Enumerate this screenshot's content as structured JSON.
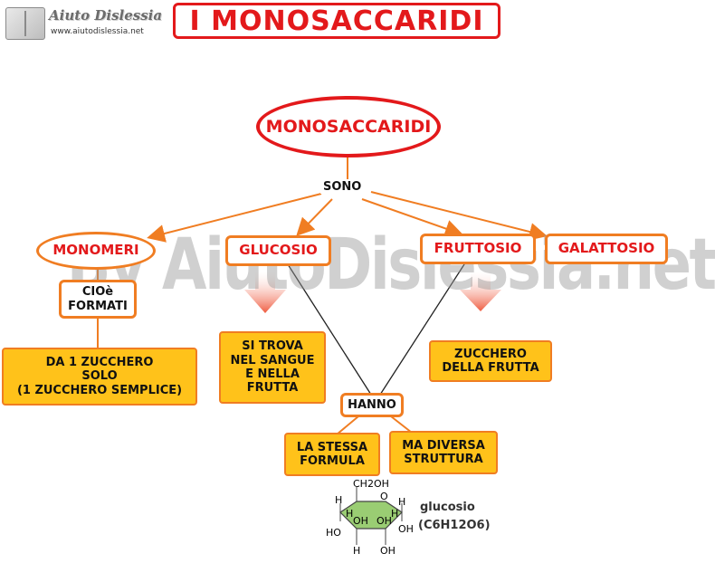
{
  "logo": {
    "name": "Aiuto Dislessia",
    "url": "www.aiutodislessia.net"
  },
  "title": "I MONOSACCARIDI",
  "watermark": "By AiutoDislessia.net",
  "nodes": {
    "root": "MONOSACCARIDI",
    "sono": "SONO",
    "monomeri": "MONOMERI",
    "glucosio": "GLUCOSIO",
    "fruttosio": "FRUTTOSIO",
    "galattosio": "GALATTOSIO",
    "cioe": "CIOè\nFORMATI",
    "da1": "DA 1 ZUCCHERO\nSOLO\n(1 ZUCCHERO SEMPLICE)",
    "sitrova": "SI TROVA\nNEL SANGUE\nE NELLA\nFRUTTA",
    "zucchero": "ZUCCHERO\nDELLA FRUTTA",
    "hanno": "HANNO",
    "stessa": "LA STESSA\nFORMULA",
    "diversa": "MA DIVERSA\nSTRUTTURA"
  },
  "molecule": {
    "name": "glucosio",
    "formula": "(C6H12O6)",
    "labels": {
      "ch2oh": "CH2OH",
      "h": "H",
      "o": "O",
      "oh": "OH",
      "ho": "HO"
    }
  },
  "colors": {
    "red": "#e3191b",
    "orange": "#f07d22",
    "yellow": "#ffc21a",
    "hexagon": "#9acd73"
  }
}
